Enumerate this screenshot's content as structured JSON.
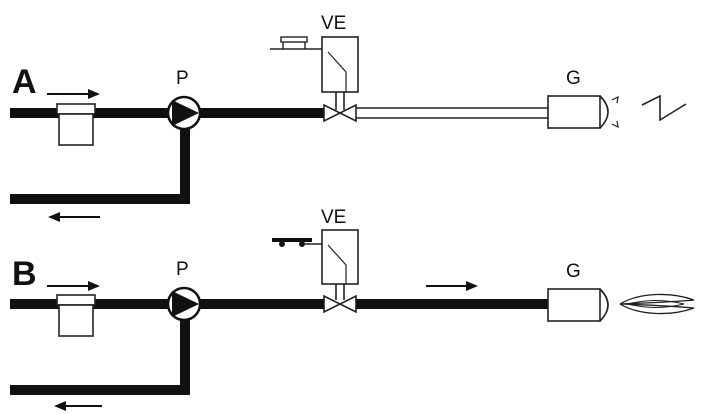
{
  "diagram": {
    "colors": {
      "pipe": "#111111",
      "outline": "#222222",
      "background": "#ffffff"
    },
    "rows": [
      {
        "id": "A",
        "label": "A",
        "pump_label": "P",
        "valve_label": "VE",
        "burner_label": "G",
        "valve_state": "closed",
        "switch_state": "open",
        "flow_arrows": [
          "supply-in",
          "return-out"
        ],
        "burner_output": "spark"
      },
      {
        "id": "B",
        "label": "B",
        "pump_label": "P",
        "valve_label": "VE",
        "burner_label": "G",
        "valve_state": "open",
        "switch_state": "closed",
        "flow_arrows": [
          "supply-in",
          "return-out",
          "to-burner"
        ],
        "burner_output": "flame"
      }
    ]
  }
}
